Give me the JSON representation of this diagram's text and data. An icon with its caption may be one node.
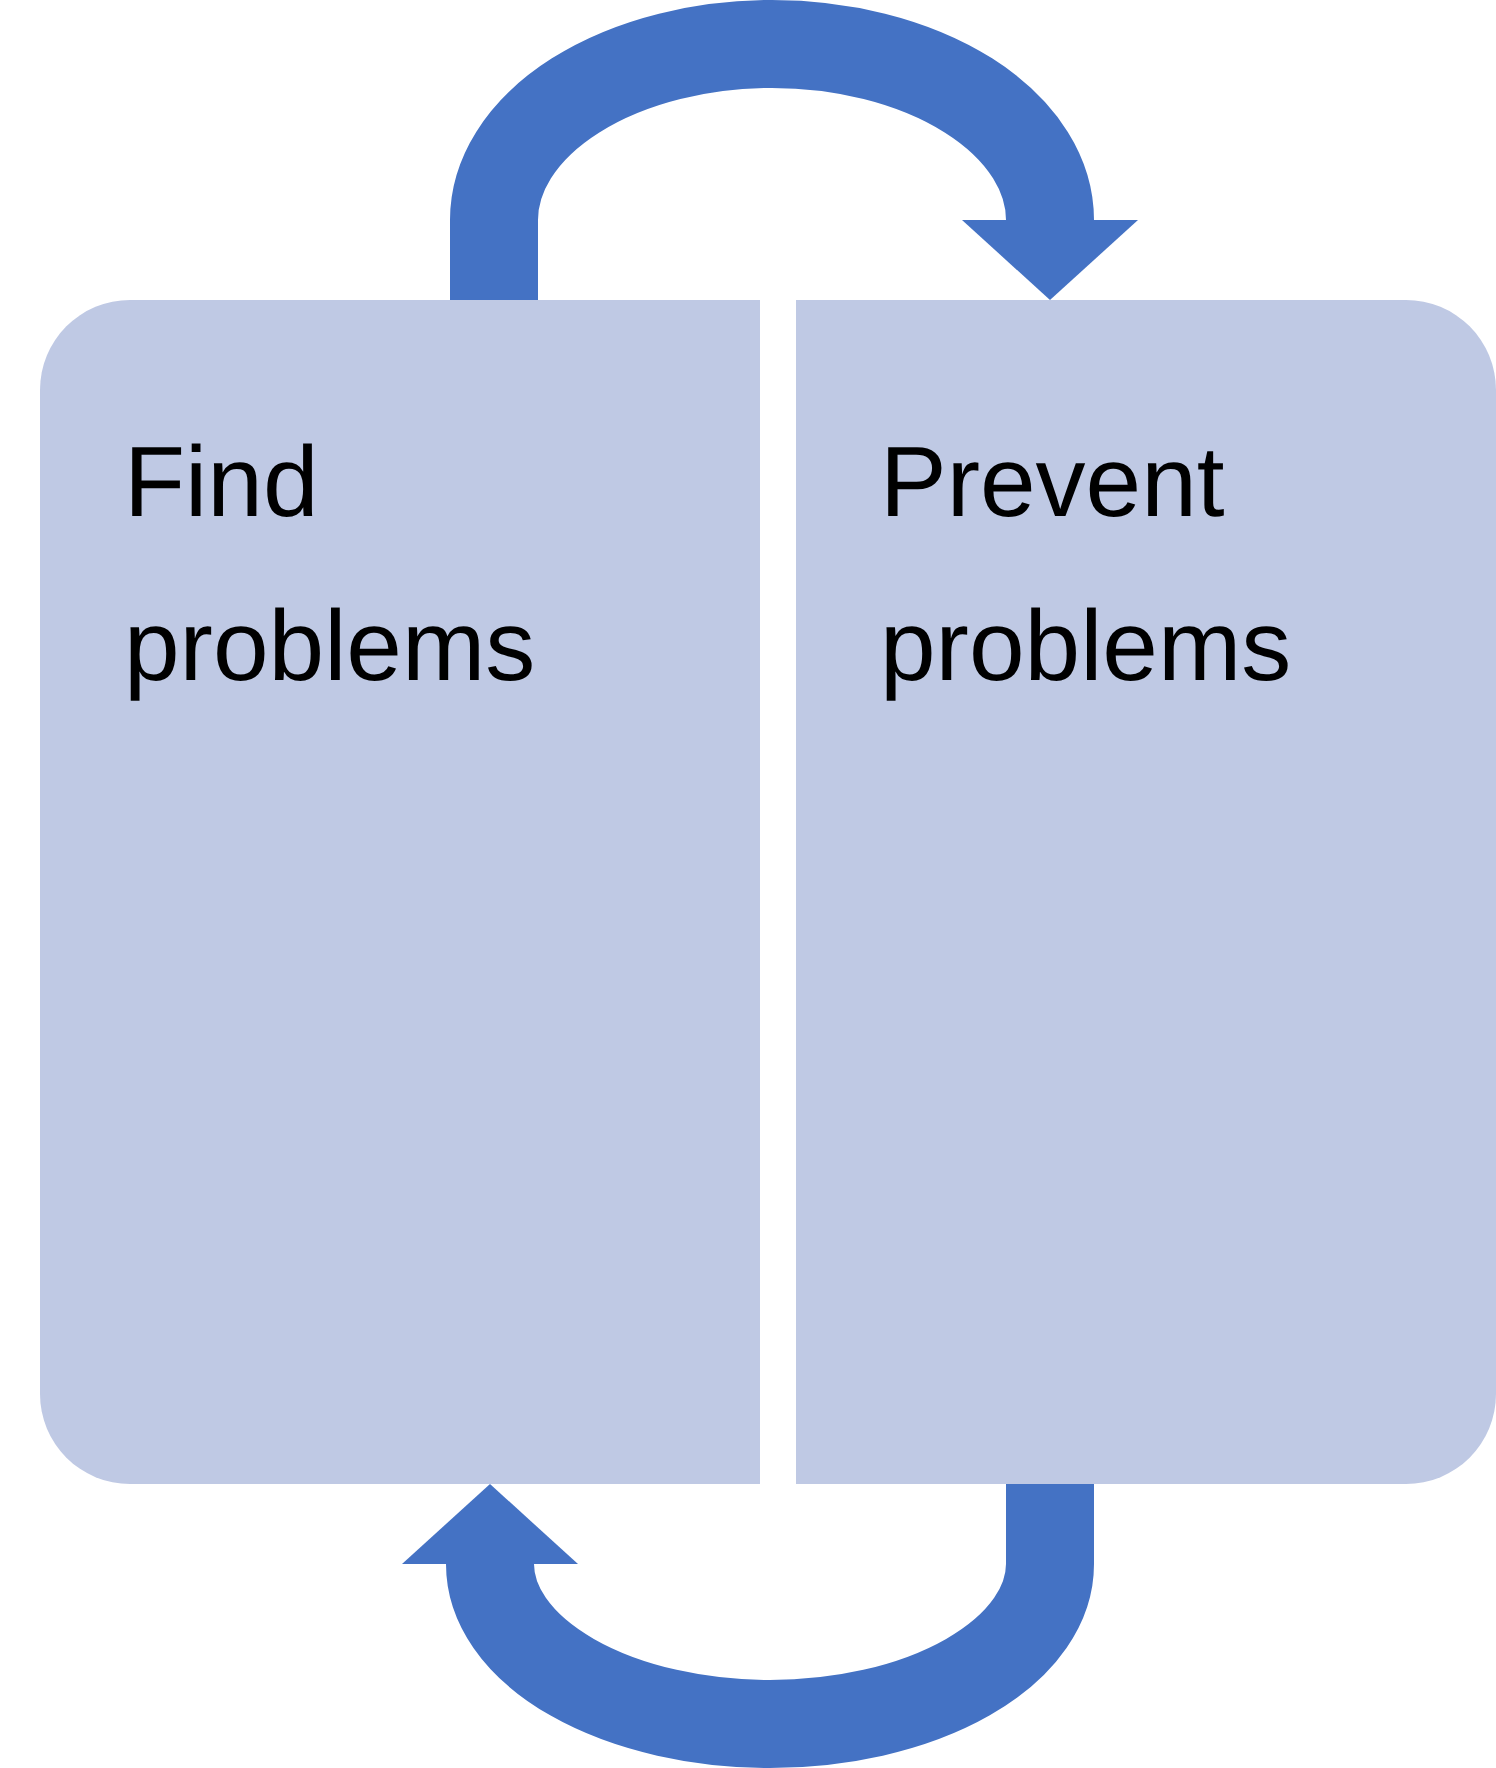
{
  "diagram": {
    "nodes": [
      {
        "text": [
          "Find problems"
        ]
      },
      {
        "text": [
          "Prevent problems"
        ]
      }
    ],
    "edges": [
      {
        "from": 0,
        "to": 1,
        "arrow": "to"
      },
      {
        "from": 1,
        "to": 0,
        "arrow": "to"
      }
    ]
  }
}
